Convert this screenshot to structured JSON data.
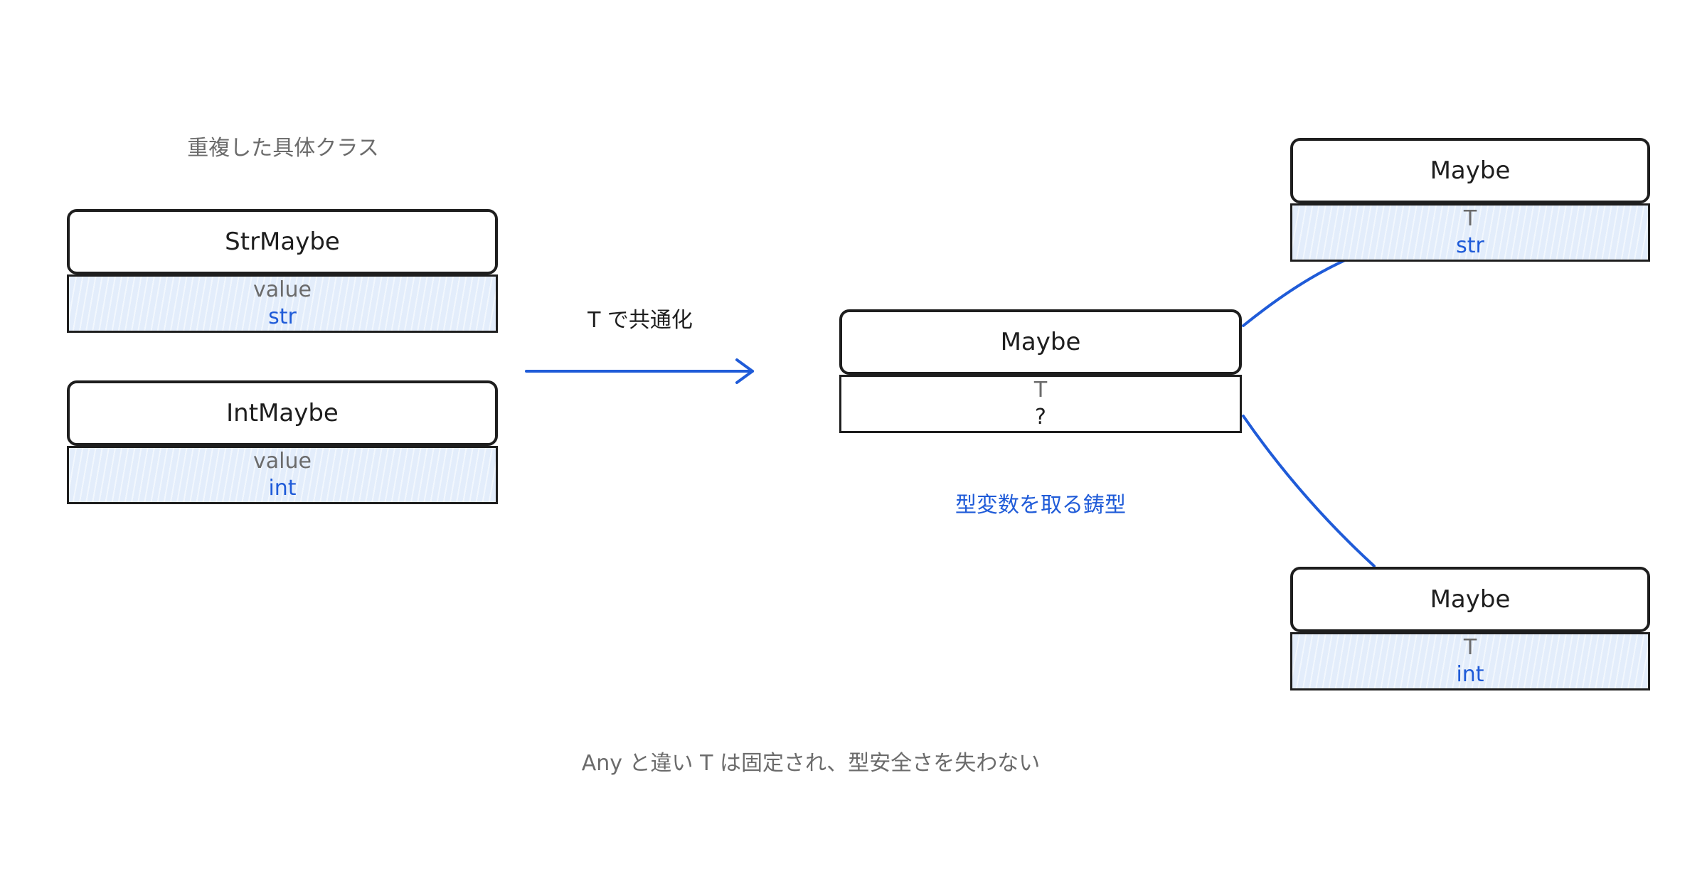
{
  "colors": {
    "stroke": "#1e1e1e",
    "accent": "#1f5bd8",
    "muted": "#6b6b6b",
    "fill": "#e3edfb"
  },
  "left_title": "重複した具体クラス",
  "str_maybe": {
    "name": "StrMaybe",
    "field": "value",
    "type": "str"
  },
  "int_maybe": {
    "name": "IntMaybe",
    "field": "value",
    "type": "int"
  },
  "arrow_label": "T で共通化",
  "generic": {
    "name": "Maybe",
    "param": "T",
    "type": "?"
  },
  "generic_caption": "型変数を取る鋳型",
  "maybe_str": {
    "name": "Maybe",
    "param": "T",
    "type": "str"
  },
  "maybe_int": {
    "name": "Maybe",
    "param": "T",
    "type": "int"
  },
  "footer": "Any と違い T は固定され、型安全さを失わない"
}
